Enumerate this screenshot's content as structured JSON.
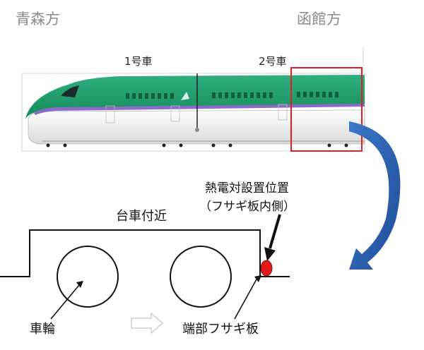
{
  "directions": {
    "left": "青森方",
    "right": "函館方"
  },
  "cars": {
    "car1": "1号車",
    "car2": "2号車"
  },
  "labels": {
    "bogie_area": "台車付近",
    "sensor_line1": "熱電対設置位置",
    "sensor_line2": "（フサギ板内側）",
    "wheel": "車輪",
    "end_cover": "端部フサギ板"
  },
  "colors": {
    "train_green": "#1f9a6a",
    "train_body": "#eeeeee",
    "stripe": "#8a6bc9",
    "highlight": "#e02020",
    "curve_arrow": "#2f63b5",
    "sensor": "#e01a1a"
  }
}
